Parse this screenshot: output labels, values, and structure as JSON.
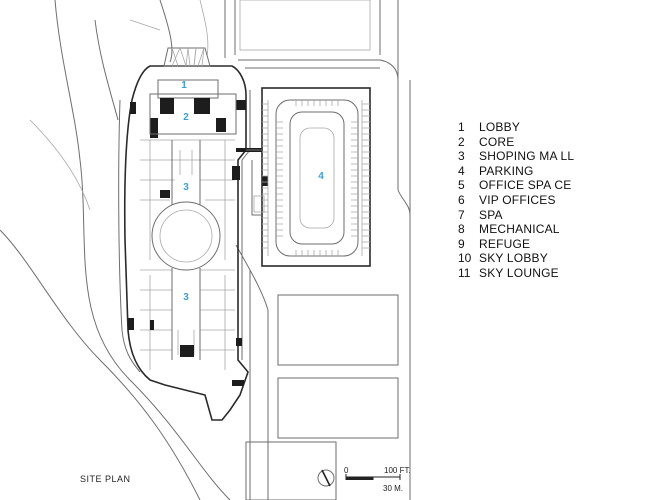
{
  "plan": {
    "caption": "SITE PLAN",
    "zone_labels": [
      "1",
      "2",
      "3",
      "4",
      "3"
    ],
    "scale": {
      "zero": "0",
      "feet": "100 FT.",
      "meters": "30 M."
    }
  },
  "legend": [
    {
      "num": "1",
      "text": "LOBBY"
    },
    {
      "num": "2",
      "text": "CORE"
    },
    {
      "num": "3",
      "text": "SHOPING MA LL"
    },
    {
      "num": "4",
      "text": "PARKING"
    },
    {
      "num": "5",
      "text": "OFFICE SPA CE"
    },
    {
      "num": "6",
      "text": "VIP OFFICES"
    },
    {
      "num": "7",
      "text": "SPA"
    },
    {
      "num": "8",
      "text": "MECHANICAL"
    },
    {
      "num": "9",
      "text": "REFUGE"
    },
    {
      "num": "10",
      "text": "SKY LOBBY"
    },
    {
      "num": "11",
      "text": "SKY LOUNGE"
    }
  ],
  "colors": {
    "zone_label": "#3aa1d3",
    "linework": "#6e6e6e",
    "walls": "#2a2a2a"
  }
}
